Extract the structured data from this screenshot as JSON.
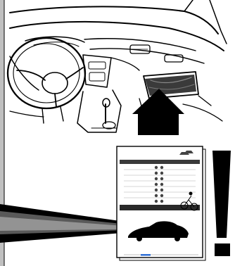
{
  "colors": {
    "page_background": "#ffffff",
    "left_margin_bar": "#c0c0c0",
    "line_art": "#000000",
    "manual_header": "#3a3a3a",
    "manual_footer": "#2a2a2a",
    "manual_page_strip": "#2f6fd6"
  },
  "illustration": {
    "scene": "car-dashboard-line-drawing",
    "arrow": "up-arrow-to-glove-compartment",
    "warning_symbol": "exclamation-mark",
    "manual": {
      "title": "",
      "rows": [
        {
          "left": "",
          "right": ""
        },
        {
          "left": "",
          "right": ""
        },
        {
          "left": "",
          "right": ""
        },
        {
          "left": "",
          "right": ""
        },
        {
          "left": "",
          "right": ""
        },
        {
          "left": "",
          "right": ""
        },
        {
          "left": "",
          "right": ""
        }
      ],
      "footer": ""
    }
  }
}
